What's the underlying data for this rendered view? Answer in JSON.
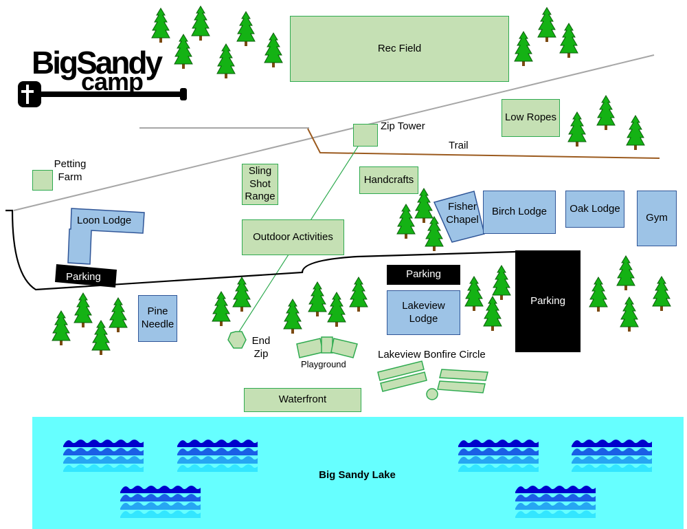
{
  "logo": {
    "line1": "BigSandy",
    "line2": "camp"
  },
  "colors": {
    "facility_green": "#c5e0b4",
    "facility_green_border": "#2eaa4f",
    "lodge_blue": "#9dc3e6",
    "lodge_blue_border": "#2f5597",
    "parking": "#000000",
    "lake": "#66ffff",
    "tree": "#14b214",
    "trunk": "#7b4a12",
    "trail": "#9b5a1e",
    "road": "#000000",
    "path_gray": "#a6a6a6",
    "zip_line": "#2eaa4f"
  },
  "labels": {
    "rec_field": "Rec Field",
    "zip_tower": "Zip Tower",
    "low_ropes": "Low Ropes",
    "trail": "Trail",
    "petting_farm": "Petting Farm",
    "sling_shot_range": "Sling Shot Range",
    "handcrafts": "Handcrafts",
    "fisher_chapel": "Fisher Chapel",
    "birch_lodge": "Birch Lodge",
    "oak_lodge": "Oak Lodge",
    "gym": "Gym",
    "loon_lodge": "Loon Lodge",
    "outdoor_activities": "Outdoor Activities",
    "parking_west": "Parking",
    "parking_lakeview": "Parking",
    "parking_main": "Parking",
    "lakeview_lodge": "Lakeview Lodge",
    "pine_needle": "Pine Needle",
    "end_zip": "End Zip",
    "playground": "Playground",
    "lakeview_bonfire_circle": "Lakeview Bonfire Circle",
    "waterfront": "Waterfront",
    "big_sandy_lake": "Big Sandy Lake"
  },
  "icons": [
    "pine-tree-icon",
    "wave-icon",
    "paddle-cross-icon"
  ]
}
